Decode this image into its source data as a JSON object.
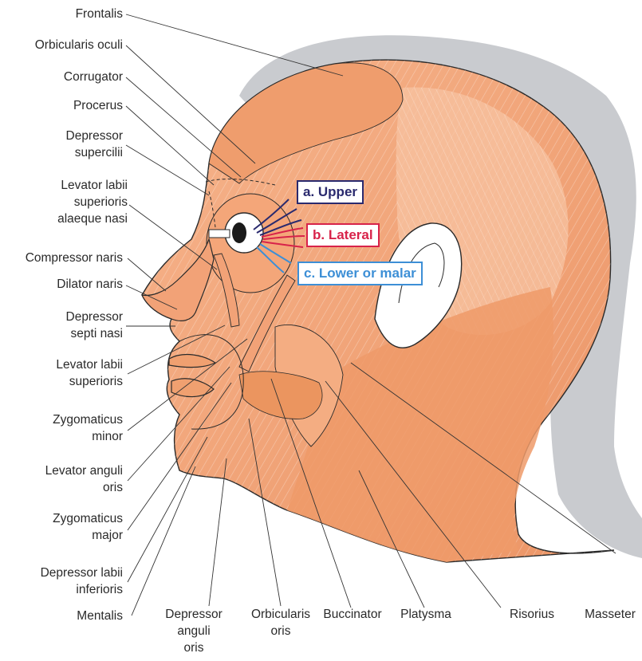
{
  "labels": {
    "frontalis": "Frontalis",
    "orbicularis_oculi": "Orbicularis oculi",
    "corrugator": "Corrugator",
    "procerus": "Procerus",
    "depressor_supercilii": [
      "Depressor",
      "supercilii"
    ],
    "levator_labii_sup_alaeque": [
      "Levator labii",
      "superioris",
      "alaeque nasi"
    ],
    "compressor_naris": "Compressor naris",
    "dilator_naris": "Dilator naris",
    "depressor_septi": [
      "Depressor",
      "septi nasi"
    ],
    "levator_labii_sup": [
      "Levator labii",
      "superioris"
    ],
    "zygomaticus_minor": [
      "Zygomaticus",
      "minor"
    ],
    "levator_anguli": [
      "Levator anguli",
      "oris"
    ],
    "zygomaticus_major": [
      "Zygomaticus",
      "major"
    ],
    "depressor_labii_inf": [
      "Depressor labii",
      "inferioris"
    ],
    "mentalis": "Mentalis",
    "depressor_anguli": [
      "Depressor",
      "anguli",
      "oris"
    ],
    "orbicularis_oris": [
      "Orbicularis",
      "oris"
    ],
    "buccinator": "Buccinator",
    "platysma": "Platysma",
    "risorius": "Risorius",
    "masseter": "Masseter"
  },
  "nerve_branches": {
    "upper": "a. Upper",
    "lateral": "b. Lateral",
    "lower": "c. Lower or malar"
  },
  "colors": {
    "muscle": "#f2a277",
    "muscle_light": "#f7c3a2",
    "hair": "#c9cbcf",
    "upper_branch": "#2a2a6e",
    "lateral_branch": "#d8234a",
    "lower_branch": "#3d8fd6"
  }
}
